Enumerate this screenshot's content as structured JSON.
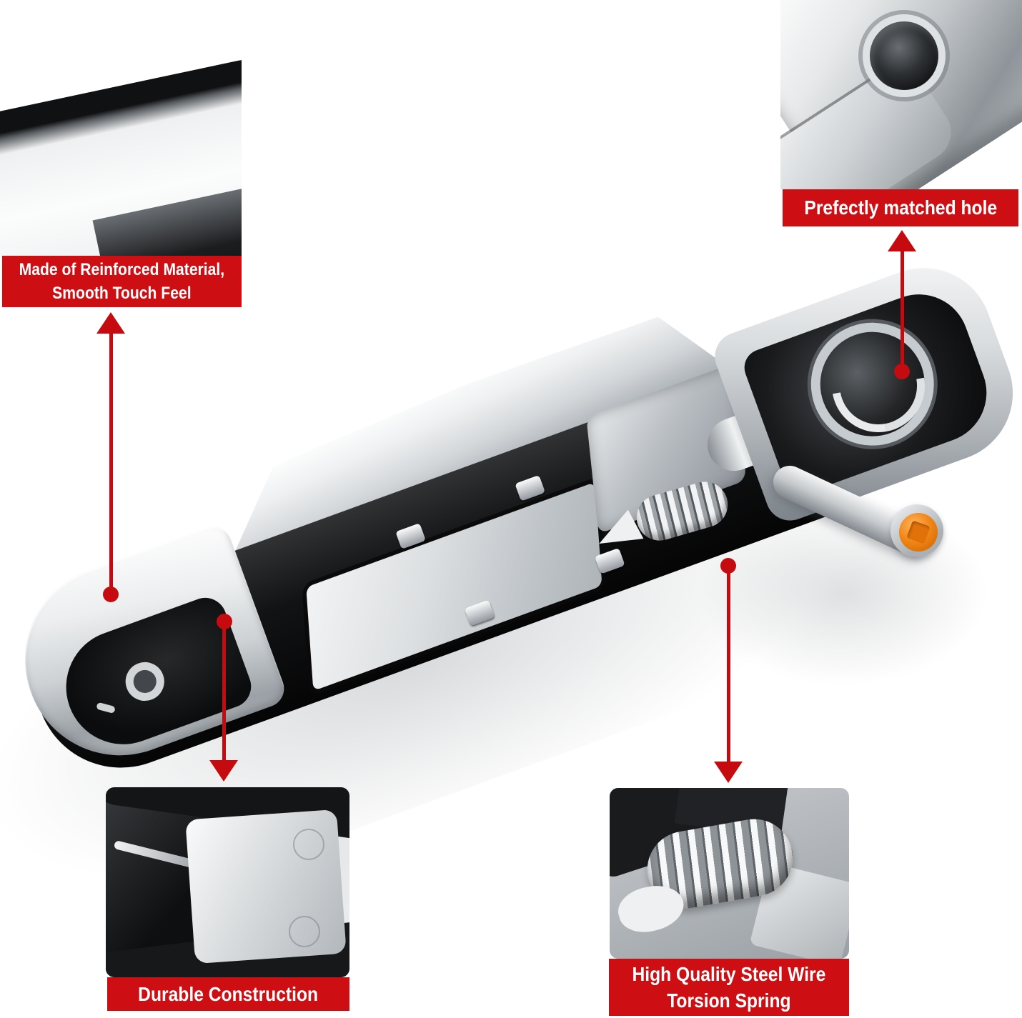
{
  "colors": {
    "annotation-red": "#cd0f14",
    "arrow-red": "#c50b10",
    "bushing-orange": "#f28718",
    "bg": "#ffffff"
  },
  "product": {
    "description": "Chrome exterior car door handle shown from the back with black base plate, lock mechanism, lever arm and orange bushing"
  },
  "callouts": [
    {
      "id": "reinforced-material",
      "text": "Made of Reinforced Material,\nSmooth Touch Feel"
    },
    {
      "id": "matched-hole",
      "text": "Prefectly matched hole"
    },
    {
      "id": "durable-construction",
      "text": "Durable Construction"
    },
    {
      "id": "torsion-spring",
      "text": "High Quality Steel Wire\nTorsion Spring"
    }
  ],
  "insets": [
    {
      "id": "surface-closeup",
      "alt": "Close-up of smooth chrome handle surface"
    },
    {
      "id": "keyhole-closeup",
      "alt": "Close-up of end cap with matched key hole"
    },
    {
      "id": "bracket-closeup",
      "alt": "Close-up of durable bracket construction"
    },
    {
      "id": "spring-closeup",
      "alt": "Close-up of steel wire torsion spring"
    }
  ]
}
